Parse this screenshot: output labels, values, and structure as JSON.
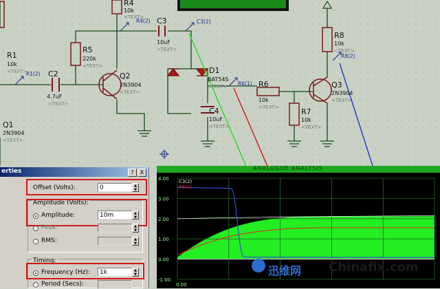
{
  "schematic": {
    "labels": {
      "R1": "R1",
      "R1_val": "10k",
      "R4": "R4",
      "R4_val": "10k",
      "R5": "R5",
      "R5_val": "220k",
      "C2": "C2",
      "C2_val": "4.7uF",
      "C3": "C3",
      "C3_val": "10uF",
      "C4": "C4",
      "C4_val": "10uF",
      "Q1": "Q1",
      "Q1_val": "2N3904",
      "Q2": "Q2",
      "Q2_val": "2N3904",
      "Q3": "Q3",
      "Q3_val": "2N3904",
      "D1": "D1",
      "D1_val": "BAT54S",
      "R6": "R6",
      "R6_val": "10k",
      "R7": "R7",
      "R7_val": "10k",
      "R8": "R8",
      "R8_val": "10k",
      "text_placeholder": "<TEXT>"
    },
    "probes": {
      "R1": "R1(2)",
      "R4": "R4(2)",
      "C3": "C3(2)",
      "R6": "R6(1)",
      "R8": "R8(2)"
    }
  },
  "properties": {
    "title": "erties",
    "help": "?",
    "close": "X",
    "offset_label": "Offset (Volts):",
    "offset_value": "0",
    "amplitude_group": "Amplitude (Volts):",
    "amplitude_label": "Amplitude:",
    "amplitude_value": "10m",
    "peak_label": "Peak:",
    "rms_label": "RMS:",
    "timing_group": "Timing:",
    "frequency_label": "Frequency (Hz):",
    "frequency_value": "1k",
    "period_label": "Period (Secs):",
    "amplitude_mode": "Amplitude",
    "timing_mode": "Frequency"
  },
  "graph": {
    "title": "ANALOGUE ANALYSIS",
    "legend": [
      "C3(2)",
      "R6(1)"
    ],
    "colors": {
      "c3": "#e8e8e8",
      "r6": "#e02020",
      "r8": "#3050d0",
      "fill": "#22ee22"
    },
    "y_ticks": [
      "4.00",
      "3.00",
      "2.00",
      "1.00",
      "0.00",
      "-1.00"
    ],
    "x_ticks": [
      "0.00"
    ]
  },
  "watermark": {
    "cn": "迅维网",
    "en": "Chinafix.com"
  },
  "colors": {
    "wire": "#1a4a1a",
    "component": "#7a1818",
    "red_box": "#d01818"
  }
}
